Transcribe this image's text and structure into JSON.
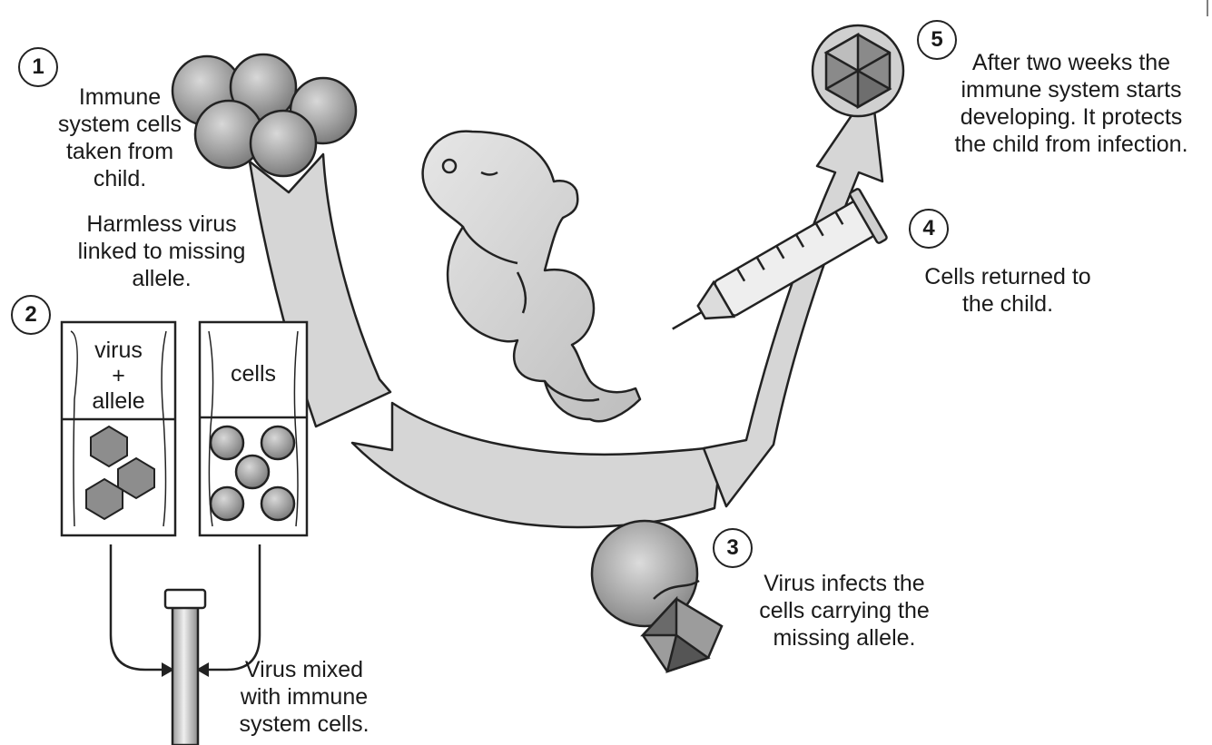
{
  "steps": {
    "s1": {
      "num": "1",
      "text": "Immune\nsystem cells\ntaken from\nchild."
    },
    "s2": {
      "num": "2",
      "text": "Harmless virus\nlinked to missing\nallele."
    },
    "s3": {
      "num": "3",
      "text": "Virus infects the\ncells carrying the\nmissing allele."
    },
    "s4": {
      "num": "4",
      "text": "Cells returned to\nthe child."
    },
    "s5": {
      "num": "5",
      "text": "After two weeks the\nimmune system starts\ndeveloping. It protects\nthe child from infection."
    }
  },
  "bags": {
    "virus_label": "virus\n+\nallele",
    "cells_label": "cells"
  },
  "mix_text": "Virus mixed\nwith immune\nsystem cells.",
  "colors": {
    "arrow_fill": "#d6d6d6",
    "cell_gray": "#9a9a9a",
    "outline": "#222222"
  }
}
